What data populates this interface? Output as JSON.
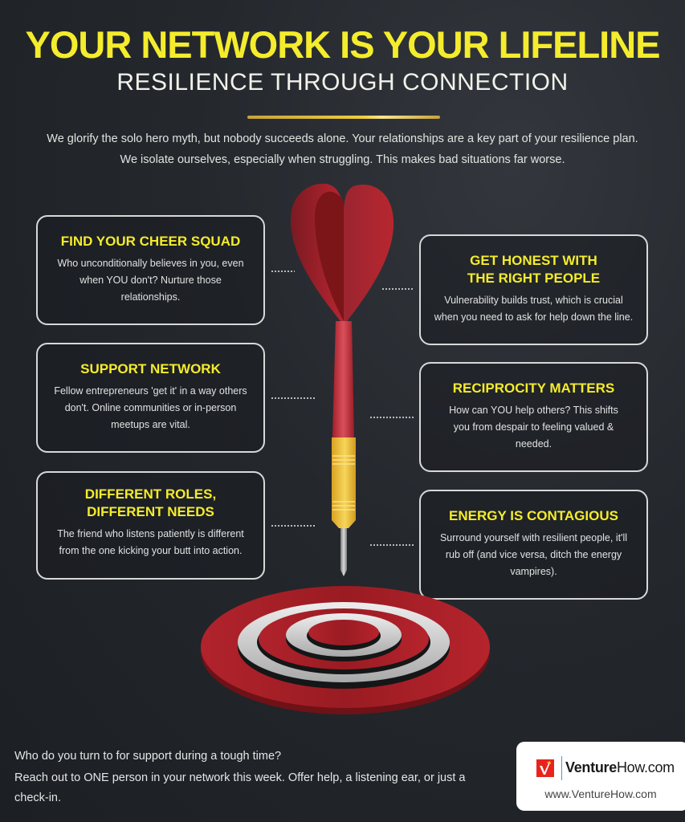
{
  "header": {
    "title": "YOUR NETWORK IS YOUR LIFELINE",
    "subtitle": "RESILIENCE THROUGH CONNECTION",
    "intro_line1": "We glorify the solo hero myth, but nobody succeeds alone. Your relationships are a key part of your resilience plan.",
    "intro_line2": "We isolate ourselves, especially when struggling. This makes bad situations far worse."
  },
  "cards_left": [
    {
      "title": "FIND YOUR CHEER SQUAD",
      "body": "Who unconditionally believes in you, even when YOU don't? Nurture those relationships."
    },
    {
      "title": "SUPPORT NETWORK",
      "body": "Fellow entrepreneurs 'get it' in a way others don't. Online communities or in-person meetups are vital."
    },
    {
      "title": "DIFFERENT ROLES, DIFFERENT NEEDS",
      "body": "The friend who listens patiently is different from the one kicking your butt into action."
    }
  ],
  "cards_right": [
    {
      "title": "GET HONEST WITH THE RIGHT PEOPLE",
      "body": "Vulnerability builds trust, which is crucial when you need to ask for help down the line."
    },
    {
      "title": "RECIPROCITY MATTERS",
      "body": "How can YOU help others? This shifts you from despair to feeling valued & needed."
    },
    {
      "title": "ENERGY IS CONTAGIOUS",
      "body": "Surround yourself with resilient people, it'll rub off (and vice versa, ditch the energy vampires)."
    }
  ],
  "illustration": {
    "icons": [
      "dart-icon",
      "target-icon"
    ],
    "colors": {
      "red": "#b3222c",
      "yellow": "#f0c232",
      "silver": "#c9c9c9"
    }
  },
  "footer": {
    "question": "Who do you turn to for support during a tough time?",
    "action": "Reach out to ONE person in your network this week. Offer help, a listening ear, or just a check-in."
  },
  "brand": {
    "name_bold": "Venture",
    "name_rest": "How.com",
    "url": "www.VentureHow.com"
  },
  "colors": {
    "accent_yellow": "#f4ec2c",
    "background": "#23272c",
    "card_border": "#d8d8d8"
  }
}
